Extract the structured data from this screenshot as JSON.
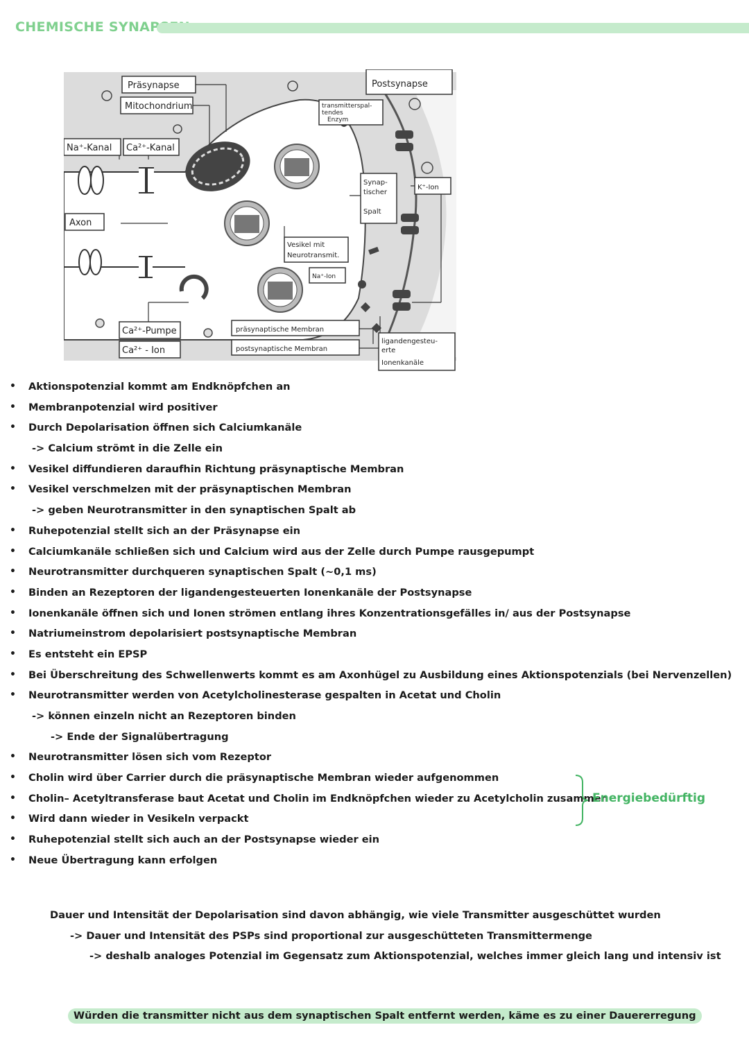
{
  "header": {
    "title": "CHEMISCHE SYNAPSEN"
  },
  "figure": {
    "labels": {
      "praesynapse": "Präsynapse",
      "mitochondrium": "Mitochondrium",
      "postsynapse": "Postsynapse",
      "enzym": [
        "transmitterspal-",
        "tendes",
        "Enzym"
      ],
      "na_kanal": "Na⁺-Kanal",
      "ca_kanal": "Ca²⁺-Kanal",
      "synaptischer_spalt": [
        "Synap-",
        "tischer",
        "Spalt"
      ],
      "k_ion": "K⁺-Ion",
      "axon": "Axon",
      "vesikel": [
        "Vesikel mit",
        "Neurotransmit."
      ],
      "na_ion": "Na⁺-Ion",
      "ca_pumpe": "Ca²⁺-Pumpe",
      "ca_ion": "Ca²⁺ - Ion",
      "praesyn_membran": "präsynaptische Membran",
      "postsyn_membran": "postsynaptische Membran",
      "ionenkanaele": [
        "ligandengesteu-",
        "erte",
        "Ionenkanäle"
      ]
    }
  },
  "steps": [
    {
      "text": "Aktionspotenzial kommt am Endknöpfchen an",
      "level": 0
    },
    {
      "text": "Membranpotenzial wird positiver",
      "level": 0
    },
    {
      "text": "Durch Depolarisation öffnen sich Calciumkanäle",
      "level": 0
    },
    {
      "text": "-> Calcium strömt in die Zelle ein",
      "level": 1
    },
    {
      "text": "Vesikel diffundieren daraufhin Richtung präsynaptische Membran",
      "level": 0
    },
    {
      "text": "Vesikel verschmelzen mit der präsynaptischen Membran",
      "level": 0
    },
    {
      "text": "-> geben Neurotransmitter in den synaptischen Spalt ab",
      "level": 1
    },
    {
      "text": "Ruhepotenzial stellt sich an der Präsynapse ein",
      "level": 0
    },
    {
      "text": "Calciumkanäle schließen sich und Calcium wird aus der Zelle durch Pumpe rausgepumpt",
      "level": 0
    },
    {
      "text": "Neurotransmitter durchqueren synaptischen Spalt (~0,1 ms)",
      "level": 0
    },
    {
      "text": "Binden an Rezeptoren der ligandengesteuerten Ionenkanäle der Postsynapse",
      "level": 0
    },
    {
      "text": "Ionenkanäle öffnen sich und Ionen strömen entlang ihres Konzentrationsgefälles in/ aus der Postsynapse",
      "level": 0
    },
    {
      "text": "Natriumeinstrom depolarisiert postsynaptische Membran",
      "level": 0
    },
    {
      "text": "Es entsteht ein EPSP",
      "level": 0
    },
    {
      "text": "Bei Überschreitung des Schwellenwerts kommt es am Axonhügel zu Ausbildung eines Aktionspotenzials (bei Nervenzellen)",
      "level": 0
    },
    {
      "text": "Neurotransmitter werden von Acetylcholinesterase gespalten in Acetat und Cholin",
      "level": 0
    },
    {
      "text": "-> können einzeln nicht an Rezeptoren binden",
      "level": 1
    },
    {
      "text": "-> Ende der Signalübertragung",
      "level": 2
    },
    {
      "text": "Neurotransmitter lösen sich vom Rezeptor",
      "level": 0
    },
    {
      "text": "Cholin wird über Carrier durch die präsynaptische Membran wieder aufgenommen",
      "level": 0
    },
    {
      "text": "Cholin– Acetyltransferase baut Acetat und Cholin im Endknöpfchen wieder zu Acetylcholin zusammen",
      "level": 0
    },
    {
      "text": "Wird dann wieder in Vesikeln verpackt",
      "level": 0
    },
    {
      "text": "Ruhepotenzial stellt sich auch an der Postsynapse wieder ein",
      "level": 0
    },
    {
      "text": "Neue Übertragung kann erfolgen",
      "level": 0
    }
  ],
  "annotation": {
    "label": "Energiebedürftig",
    "color": "#43b463"
  },
  "paragraph": [
    "Dauer und Intensität der Depolarisation sind davon abhängig, wie viele Transmitter ausgeschüttet wurden",
    "-> Dauer und Intensität des PSPs sind proportional zur ausgeschütteten Transmittermenge",
    "-> deshalb analoges Potenzial im Gegensatz zum Aktionspotenzial, welches immer gleich lang und intensiv ist"
  ],
  "highlight": "Würden die transmitter nicht aus dem synaptischen Spalt entfernt werden, käme es zu einer Dauererregung",
  "colors": {
    "accent_green": "#7fd08e",
    "bar_green": "#c5ebcc"
  }
}
